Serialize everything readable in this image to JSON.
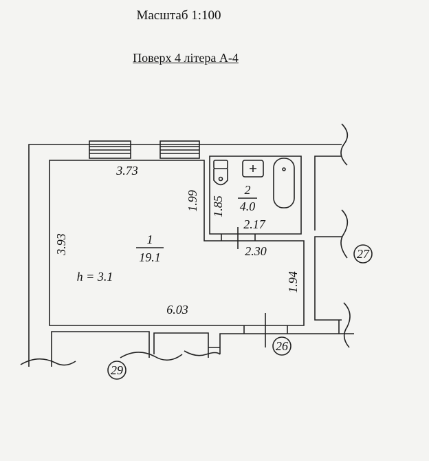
{
  "header": {
    "scale": "Масштаб 1:100",
    "floor": "Поверх 4 літера А-4"
  },
  "plan": {
    "room1": {
      "number": "1",
      "area": "19.1",
      "height": "h = 3.1",
      "dims": {
        "top": "3.73",
        "left": "3.93",
        "bottom": "6.03",
        "right": "1.94",
        "inner": "1.99",
        "step": "2.30"
      }
    },
    "room2": {
      "number": "2",
      "area": "4.0",
      "dims": {
        "left": "1.85",
        "bottom": "2.17"
      }
    },
    "neighbors": [
      "27",
      "26",
      "29"
    ]
  }
}
